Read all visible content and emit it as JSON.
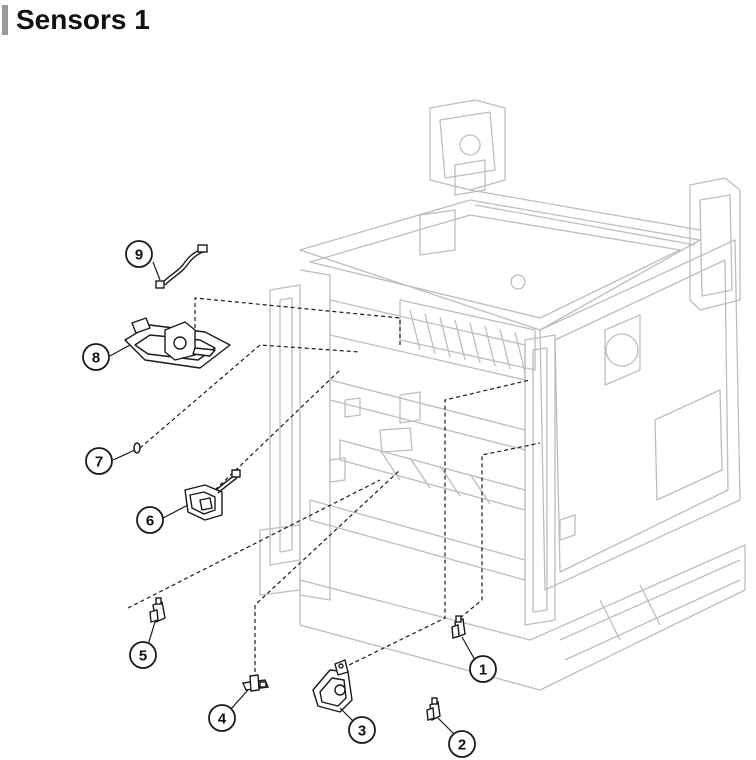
{
  "title": "Sensors 1",
  "callouts": [
    {
      "id": "1",
      "label": "1"
    },
    {
      "id": "2",
      "label": "2"
    },
    {
      "id": "3",
      "label": "3"
    },
    {
      "id": "4",
      "label": "4"
    },
    {
      "id": "5",
      "label": "5"
    },
    {
      "id": "6",
      "label": "6"
    },
    {
      "id": "7",
      "label": "7"
    },
    {
      "id": "8",
      "label": "8"
    },
    {
      "id": "9",
      "label": "9"
    }
  ],
  "colors": {
    "line": "#1a1a1a",
    "frame": "#bdbdbd",
    "accent": "#9a9a9a"
  }
}
